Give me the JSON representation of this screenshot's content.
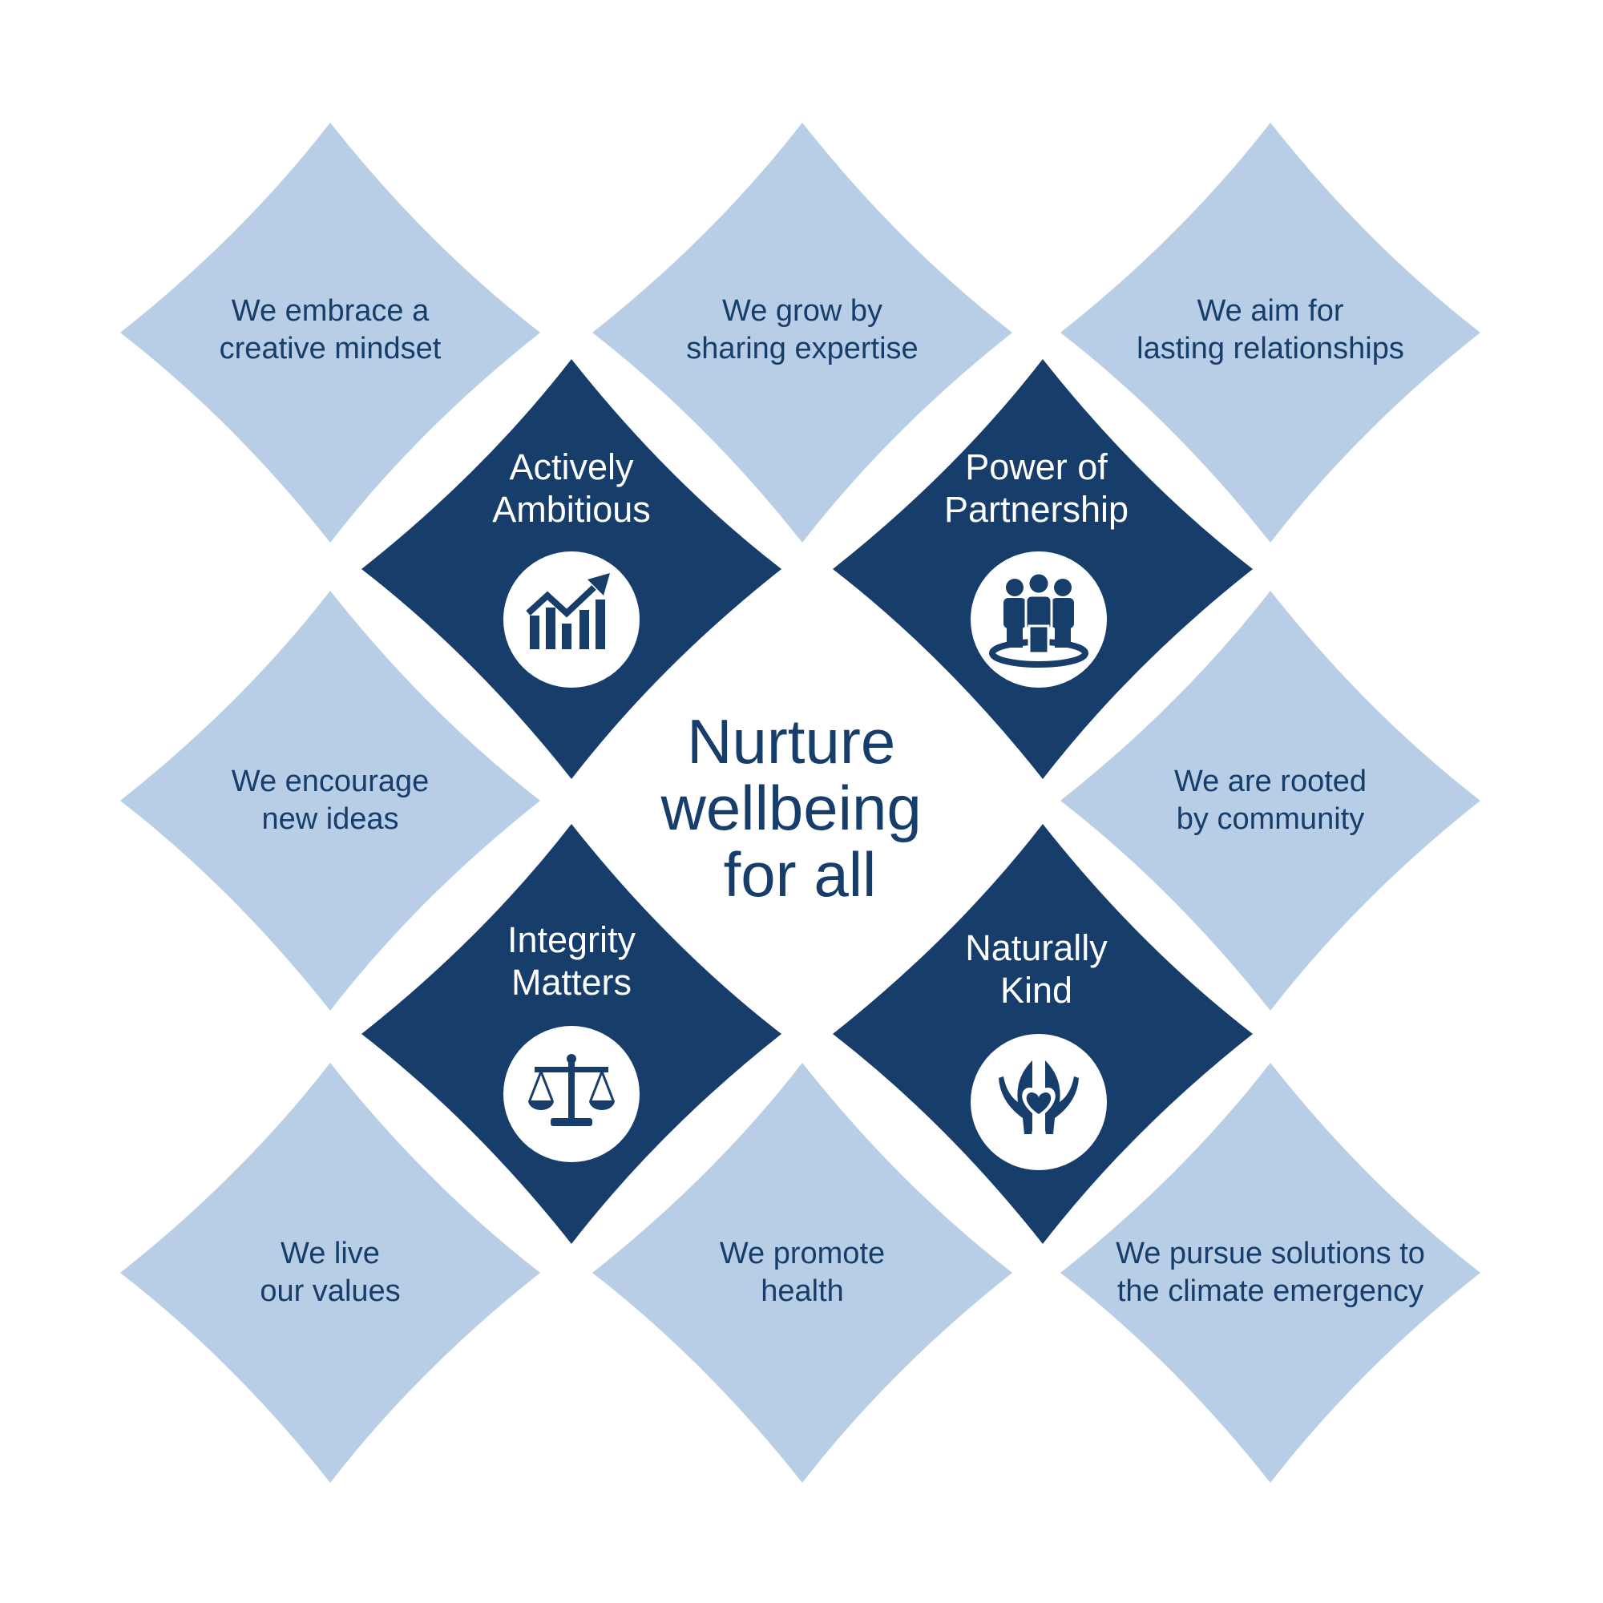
{
  "colors": {
    "light": "#b8cde6",
    "dark": "#173d6b",
    "background": "#ffffff"
  },
  "center": {
    "lines": [
      "Nurture",
      "wellbeing",
      "for all"
    ]
  },
  "values": [
    {
      "lines": [
        "Actively",
        "Ambitious"
      ],
      "icon": "growth-chart-icon"
    },
    {
      "lines": [
        "Power of",
        "Partnership"
      ],
      "icon": "people-group-icon"
    },
    {
      "lines": [
        "Integrity",
        "Matters"
      ],
      "icon": "scales-of-justice-icon"
    },
    {
      "lines": [
        "Naturally",
        "Kind"
      ],
      "icon": "hands-heart-icon"
    }
  ],
  "statements": [
    {
      "lines": [
        "We embrace a",
        "creative mindset"
      ]
    },
    {
      "lines": [
        "We grow by",
        "sharing expertise"
      ]
    },
    {
      "lines": [
        "We aim for",
        "lasting relationships"
      ]
    },
    {
      "lines": [
        "We encourage",
        "new ideas"
      ]
    },
    {
      "lines": [
        "We are rooted",
        "by community"
      ]
    },
    {
      "lines": [
        "We live",
        "our values"
      ]
    },
    {
      "lines": [
        "We promote",
        "health"
      ]
    },
    {
      "lines": [
        "We pursue solutions to",
        "the climate emergency"
      ]
    }
  ]
}
